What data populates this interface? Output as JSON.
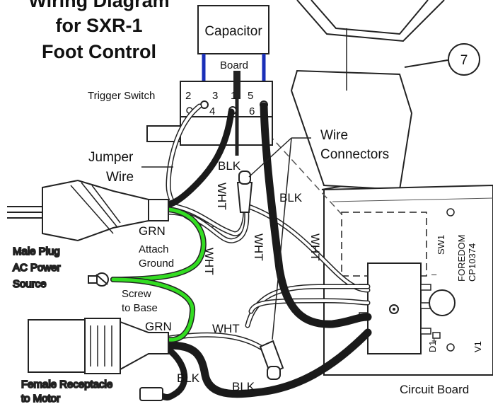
{
  "title": {
    "line1": "Wiring Diagram",
    "line2": "for SXR-1",
    "line3": "Foot Control"
  },
  "components": {
    "capacitor": "Capacitor",
    "board": "Board",
    "trigger_switch": "Trigger Switch",
    "callout_number": "7",
    "circuit_board": "Circuit Board",
    "male_plug_1": "Male Plug",
    "male_plug_2": "AC Power",
    "male_plug_3": "Source",
    "female_1": "Female Receptacle",
    "female_2": "to Motor"
  },
  "terminals": {
    "t2": "2",
    "t3": "3",
    "t1": "1",
    "t5": "5",
    "t4": "4",
    "t6": "6"
  },
  "labels": {
    "jumper_1": "Jumper",
    "jumper_2": "Wire",
    "wire_conn_1": "Wire",
    "wire_conn_2": "Connectors",
    "attach_1": "Attach",
    "attach_2": "Ground",
    "screw_1": "Screw",
    "screw_2": "to Base",
    "grn_top": "GRN",
    "grn_bottom": "GRN",
    "blk_switch": "BLK",
    "blk_right": "BLK",
    "blk_bottom_left": "BLK",
    "blk_bottom_mid": "BLK",
    "wht_a": "WHT",
    "wht_b": "WHT",
    "wht_c": "WHT",
    "wht_d": "WHT",
    "wht_bottom": "WHT"
  },
  "board_markings": {
    "sw1": "SW1",
    "foredom": "FOREDOM",
    "part": "CP10374",
    "d1": "D1",
    "v1": "V1",
    "minus": "–",
    "plus": "+"
  },
  "colors": {
    "capacitor_lead": "#1a2fb8",
    "black_wire": "#1a1a1a",
    "ground_wire": "#33dd22"
  }
}
